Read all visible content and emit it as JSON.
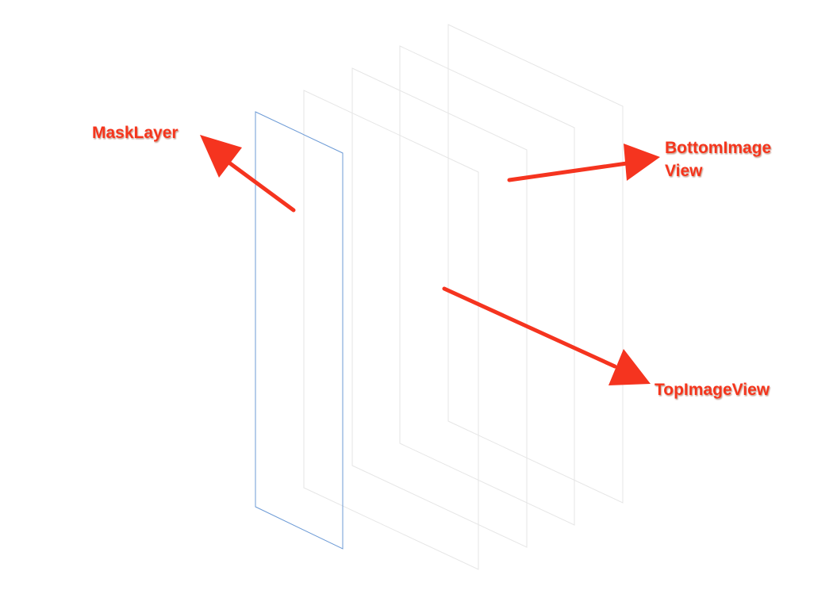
{
  "labels": {
    "mask_layer": "MaskLayer",
    "bottom_image_view_line1": "BottomImage",
    "bottom_image_view_line2": "View",
    "top_image_view": "TopImageView"
  },
  "colors": {
    "background": "#ffffff",
    "layer_outline": "#e6e6e6",
    "mask_outline": "#6d9bd6",
    "annotation": "#f5341f",
    "label_shadow": "#7a2010"
  }
}
